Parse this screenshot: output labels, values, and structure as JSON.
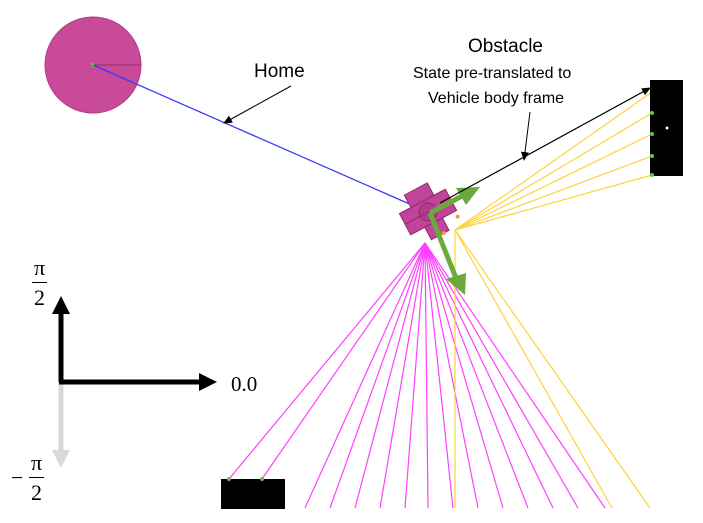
{
  "labels": {
    "home": "Home",
    "obstacle_title": "Obstacle",
    "obstacle_note_line1": "State pre-translated to",
    "obstacle_note_line2": "Vehicle body frame",
    "angle_zero": "0.0",
    "angle_pos_num": "π",
    "angle_pos_den": "2",
    "angle_neg_sign": "−",
    "angle_neg_num": "π",
    "angle_neg_den": "2"
  },
  "colors": {
    "home_circle": "#c94a98",
    "vehicle": "#c0449a",
    "home_line": "#3a3aff",
    "obstacle": "#000000",
    "magenta_rays": "#ff40ff",
    "yellow_rays": "#ffd23c",
    "heading_arrows": "#6aaa3c",
    "axis_primary": "#000000",
    "axis_secondary": "#d9d9d9",
    "sample_points": "#55cc44"
  },
  "icons": {
    "home": "home-circle",
    "vehicle": "robot-vehicle-icon",
    "obstacles": "obstacle-block"
  }
}
